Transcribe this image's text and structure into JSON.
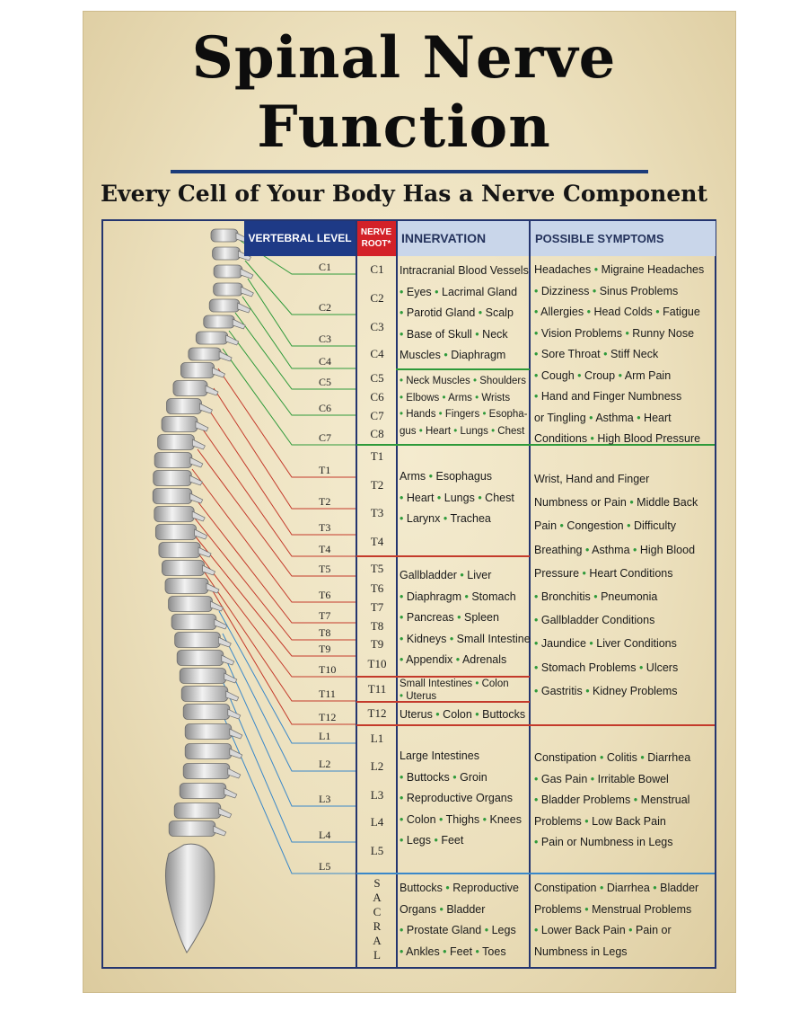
{
  "title_line1": "Spinal Nerve",
  "title_line2": "Function",
  "subtitle": "Every Cell of Your Body Has a Nerve Component",
  "headers": {
    "vertebral_level": "VERTEBRAL LEVEL",
    "nerve_root_1": "NERVE",
    "nerve_root_2": "ROOT*",
    "innervation": "INNERVATION",
    "symptoms": "POSSIBLE SYMPTOMS"
  },
  "colors": {
    "cervical": "#2e9a3a",
    "thoracic": "#c43a2b",
    "lumbar": "#3a88c9",
    "frame": "#24356f"
  },
  "levels": [
    "C1",
    "C2",
    "C3",
    "C4",
    "C5",
    "C6",
    "C7",
    "T1",
    "T2",
    "T3",
    "T4",
    "T5",
    "T6",
    "T7",
    "T8",
    "T9",
    "T10",
    "T11",
    "T12",
    "L1",
    "L2",
    "L3",
    "L4",
    "L5"
  ],
  "roots": [
    "C1",
    "C2",
    "C3",
    "C4",
    "C5",
    "C6",
    "C7",
    "C8",
    "T1",
    "T2",
    "T3",
    "T4",
    "T5",
    "T6",
    "T7",
    "T8",
    "T9",
    "T10",
    "T11",
    "T12",
    "L1",
    "L2",
    "L3",
    "L4",
    "L5"
  ],
  "sacral_letters": [
    "S",
    "A",
    "C",
    "R",
    "A",
    "L"
  ],
  "innervation": [
    [
      "Intracranial Blood Vessels",
      "• Eyes • Lacrimal Gland",
      "• Parotid Gland • Scalp",
      "• Base of Skull • Neck",
      "Muscles • Diaphragm"
    ],
    [
      "• Neck Muscles • Shoulders",
      "• Elbows • Arms • Wrists",
      "• Hands • Fingers • Esopha-",
      "gus • Heart • Lungs • Chest"
    ],
    [
      "Arms • Esophagus",
      "• Heart • Lungs • Chest",
      "• Larynx • Trachea"
    ],
    [
      "Gallbladder • Liver",
      "• Diaphragm • Stomach",
      "• Pancreas • Spleen",
      "• Kidneys • Small Intestine",
      "• Appendix • Adrenals"
    ],
    [
      "Small Intestines • Colon",
      "• Uterus"
    ],
    [
      "Uterus • Colon • Buttocks"
    ],
    [
      "Large Intestines",
      "• Buttocks • Groin",
      "• Reproductive Organs",
      "• Colon • Thighs • Knees",
      "• Legs • Feet"
    ],
    [
      "Buttocks • Reproductive",
      "Organs • Bladder",
      "• Prostate Gland • Legs",
      "• Ankles • Feet • Toes"
    ]
  ],
  "symptoms": [
    [
      "Headaches • Migraine Headaches",
      "• Dizziness • Sinus Problems",
      "• Allergies • Head Colds • Fatigue",
      "• Vision Problems • Runny Nose",
      "• Sore Throat • Stiff Neck",
      "• Cough • Croup • Arm Pain",
      "• Hand and Finger Numbness",
      "or Tingling • Asthma • Heart",
      "Conditions • High Blood Pressure"
    ],
    [
      "Wrist, Hand and Finger",
      "Numbness or Pain • Middle Back",
      "Pain • Congestion • Difficulty",
      "Breathing • Asthma • High Blood",
      "Pressure • Heart Conditions",
      "• Bronchitis • Pneumonia",
      "• Gallbladder Conditions",
      "• Jaundice • Liver Conditions",
      "• Stomach Problems • Ulcers",
      "• Gastritis • Kidney Problems"
    ],
    [
      "Constipation • Colitis • Diarrhea",
      "• Gas Pain • Irritable Bowel",
      "• Bladder Problems • Menstrual",
      "Problems • Low Back Pain",
      "• Pain or Numbness in Legs"
    ],
    [
      "Constipation • Diarrhea • Bladder",
      "Problems • Menstrual Problems",
      "• Lower Back Pain • Pain or",
      "Numbness in Legs"
    ]
  ]
}
